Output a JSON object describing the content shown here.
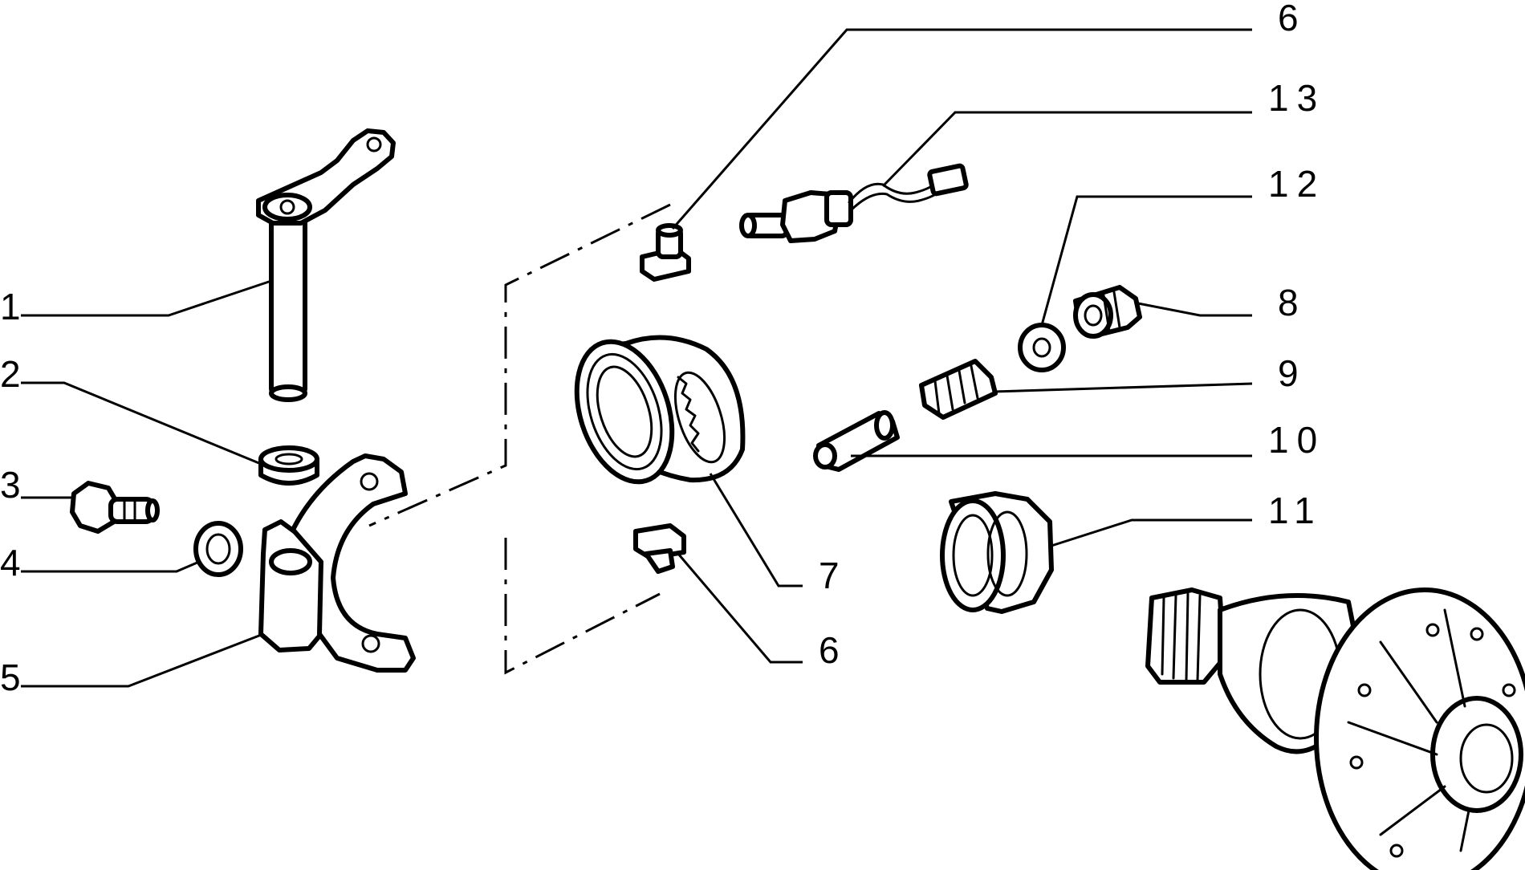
{
  "callouts": {
    "c1": "1",
    "c2": "2",
    "c3": "3",
    "c4": "4",
    "c5": "5",
    "c6_top": "6",
    "c13": "13",
    "c12": "12",
    "c8": "8",
    "c9": "9",
    "c10": "10",
    "c11": "11",
    "c7": "7",
    "c6_bottom": "6"
  }
}
